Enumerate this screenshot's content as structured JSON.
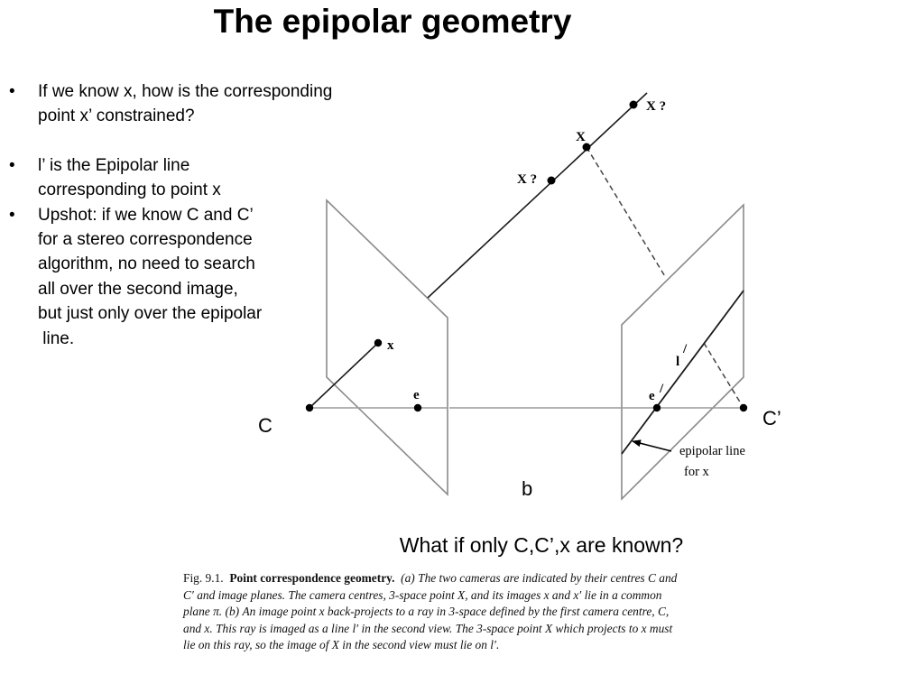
{
  "slide": {
    "title": "The epipolar geometry",
    "bullets": [
      {
        "lines": [
          "If we know x, how is the corresponding",
          "point x’ constrained?"
        ]
      },
      {
        "lines": [
          "l’ is the Epipolar line",
          "corresponding to point x"
        ]
      },
      {
        "lines": [
          "Upshot: if we know C and C’",
          "for a stereo correspondence",
          "algorithm, no need to search",
          "all over the second image,",
          "but just only over the epipolar",
          " line."
        ]
      }
    ],
    "bullet_symbol": "•",
    "question": "What if only C,C’,x are known?"
  },
  "diagram": {
    "labels": {
      "camera1": "C",
      "camera2": "C’",
      "baseline": "b",
      "point_top": "X ?",
      "point_mid": "X",
      "point_low": "X ?",
      "image_point": "x",
      "epipole1": "e",
      "epipole2": "e",
      "epipole2_prime": "/",
      "epiline": "l",
      "epiline_prime": "/",
      "epiline_caption_1": "epipolar line",
      "epiline_caption_2": "for x"
    },
    "colors": {
      "plane_stroke": "#8a8a8a",
      "ray_stroke": "#1a1a1a",
      "baseline_stroke": "#9a9a9a",
      "point_fill": "#000000"
    }
  },
  "caption": {
    "fig_label": "Fig. 9.1.",
    "bold_title": "Point correspondence geometry.",
    "lines": [
      "(a) The two cameras are indicated by their centres C and",
      "C′ and image planes. The camera centres, 3-space point X, and its images x and x′ lie in a common",
      "plane π.  (b) An image point x back-projects to a ray in 3-space defined by the first camera centre, C,",
      "and x. This ray is imaged as a line l′ in the second view. The 3-space point X which projects to x must",
      "lie on this ray, so the image of X in the second view must lie on l′."
    ]
  }
}
